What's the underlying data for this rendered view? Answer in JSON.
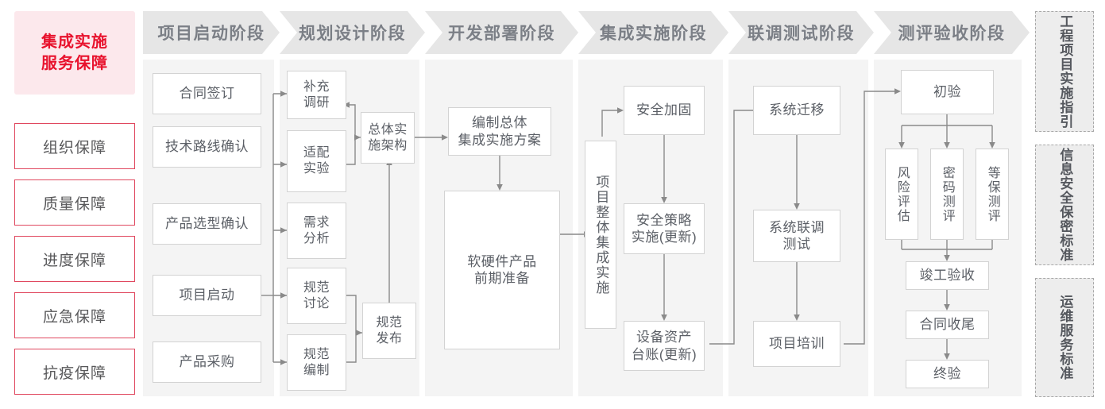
{
  "left_panel": {
    "title": "集成实施\n服务保障",
    "title_line1": "集成实施",
    "title_line2": "服务保障",
    "accent_color": "#e8122d",
    "title_bg": "#fce8ec",
    "border_color": "#e0485f",
    "items": [
      {
        "label": "组织保障"
      },
      {
        "label": "质量保障"
      },
      {
        "label": "进度保障"
      },
      {
        "label": "应急保障"
      },
      {
        "label": "抗疫保障"
      }
    ]
  },
  "phases": [
    {
      "id": "p1",
      "header": "项目启动阶段"
    },
    {
      "id": "p2",
      "header": "规划设计阶段"
    },
    {
      "id": "p3",
      "header": "开发部署阶段"
    },
    {
      "id": "p4",
      "header": "集成实施阶段"
    },
    {
      "id": "p5",
      "header": "联调测试阶段"
    },
    {
      "id": "p6",
      "header": "测评验收阶段"
    }
  ],
  "nodes": {
    "p1": [
      {
        "label": "合同签订"
      },
      {
        "label": "技术路线确认"
      },
      {
        "label": "产品选型确认"
      },
      {
        "label": "项目启动"
      },
      {
        "label": "产品采购"
      }
    ],
    "p2": [
      {
        "label": "补充\n调研",
        "l1": "补充",
        "l2": "调研"
      },
      {
        "label": "适配\n实验",
        "l1": "适配",
        "l2": "实验"
      },
      {
        "label": "需求\n分析",
        "l1": "需求",
        "l2": "分析"
      },
      {
        "label": "规范\n讨论",
        "l1": "规范",
        "l2": "讨论"
      },
      {
        "label": "规范\n编制",
        "l1": "规范",
        "l2": "编制"
      },
      {
        "label": "总体实\n施架构",
        "l1": "总体实",
        "l2": "施架构"
      },
      {
        "label": "规范\n发布",
        "l1": "规范",
        "l2": "发布"
      }
    ],
    "p3": [
      {
        "label": "编制总体\n集成实施方案",
        "l1": "编制总体",
        "l2": "集成实施方案"
      },
      {
        "label": "软硬件产品\n前期准备",
        "l1": "软硬件产品",
        "l2": "前期准备"
      }
    ],
    "p4": [
      {
        "label": "项目整体集成实施"
      },
      {
        "label": "安全加固"
      },
      {
        "label": "安全策略\n实施(更新)",
        "l1": "安全策略",
        "l2": "实施(更新)"
      },
      {
        "label": "设备资产\n台账(更新)",
        "l1": "设备资产",
        "l2": "台账(更新)"
      }
    ],
    "p5": [
      {
        "label": "系统迁移"
      },
      {
        "label": "系统联调\n测试",
        "l1": "系统联调",
        "l2": "测试"
      },
      {
        "label": "项目培训"
      }
    ],
    "p6": [
      {
        "label": "初验"
      },
      {
        "label": "风险评估"
      },
      {
        "label": "密码测评"
      },
      {
        "label": "等保测评"
      },
      {
        "label": "竣工验收"
      },
      {
        "label": "合同收尾"
      },
      {
        "label": "终验"
      }
    ]
  },
  "standards_rail": [
    {
      "label": "工程项目实施指引"
    },
    {
      "label": "信息安全保密标准"
    },
    {
      "label": "运维服务标准"
    }
  ],
  "colors": {
    "page_bg": "#ffffff",
    "column_bg": "#f4f4f4",
    "header_bg": "#e6e6e6",
    "header_text": "#7b7f86",
    "node_border": "#d3d3d3",
    "node_text": "#5b5f66",
    "connector": "#8a8a8a",
    "rail_bg": "#ededed",
    "rail_border": "#a8a8a8"
  }
}
